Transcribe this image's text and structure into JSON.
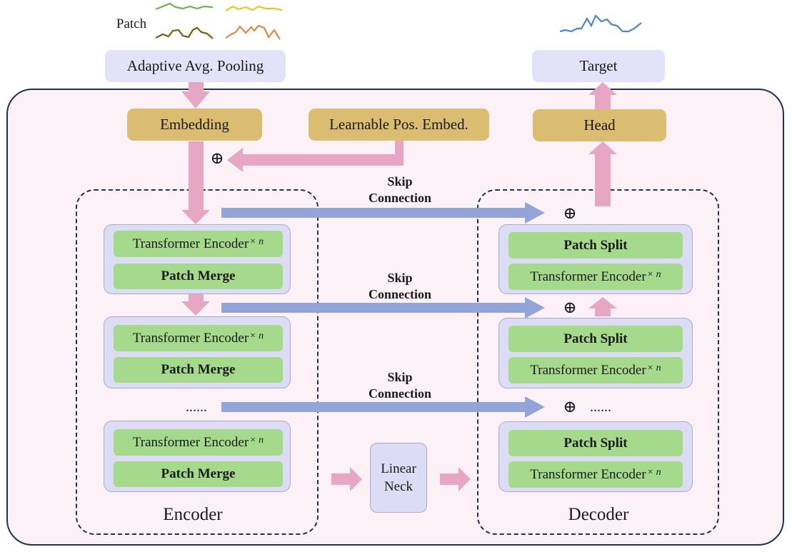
{
  "patch_label": "Patch",
  "pooling_label": "Adaptive Avg. Pooling",
  "target_label": "Target",
  "embedding_label": "Embedding",
  "pos_embed_label": "Learnable Pos. Embed.",
  "head_label": "Head",
  "plus_symbol": "⊕",
  "skip_connection": {
    "line1": "Skip",
    "line2": "Connection"
  },
  "encoder": {
    "caption": "Encoder",
    "block_label": "Transformer Encoder",
    "repeat_label": "× n",
    "merge_label": "Patch Merge",
    "ellipsis": "......"
  },
  "decoder": {
    "caption": "Decoder",
    "split_label": "Patch Split",
    "block_label": "Transformer Encoder",
    "repeat_label": "× n",
    "ellipsis": "......"
  },
  "neck": {
    "line1": "Linear",
    "line2": "Neck"
  },
  "colors": {
    "frame_border": "#24304f",
    "frame_fill": "#fbf1f6",
    "pink_arrow": "#e8a6c5",
    "blue_arrow": "#93a5d8",
    "gold_box": "#dbbd72",
    "lavender_box": "#e2e2f8",
    "green_box": "#a5d98c"
  }
}
